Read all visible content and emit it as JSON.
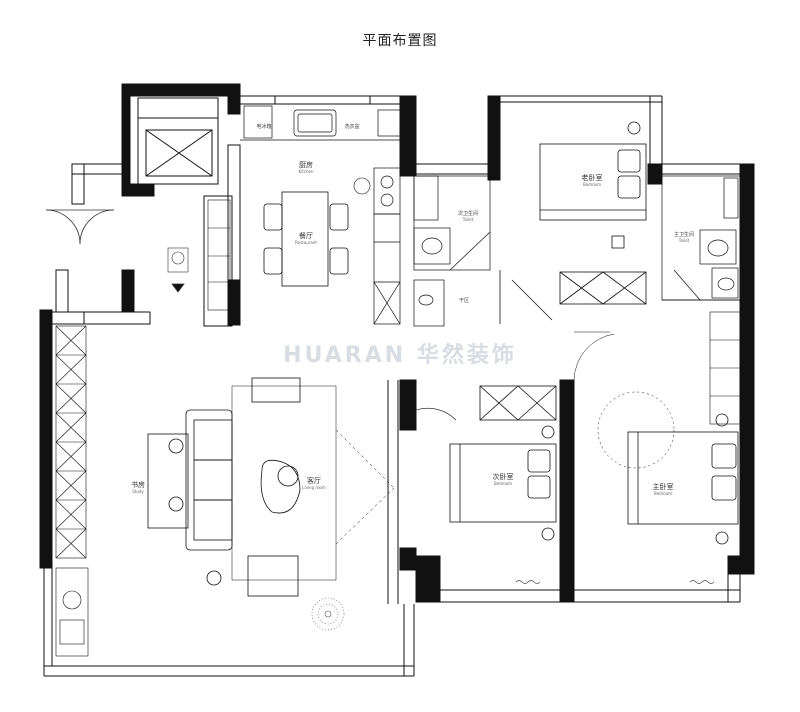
{
  "title": "平面布置图",
  "watermark": "HUARAN 华然装饰",
  "rooms": {
    "kitchen": {
      "zh": "厨房",
      "en": "Kitchen"
    },
    "dining": {
      "zh": "餐厅",
      "en": "Restaurant"
    },
    "living": {
      "zh": "客厅",
      "en": "Living room"
    },
    "study": {
      "zh": "书房",
      "en": "Study"
    },
    "bedroom3": {
      "zh": "老卧室",
      "en": "Bedroom"
    },
    "bedroom2": {
      "zh": "次卧室",
      "en": "Bedroom"
    },
    "master": {
      "zh": "主卧室",
      "en": "Bedroom"
    },
    "toilet_guest": {
      "zh": "次卫生间",
      "en": "Toilet"
    },
    "toilet_master": {
      "zh": "主卫生间",
      "en": "Toilet"
    },
    "dry_area": {
      "zh": "干区"
    }
  },
  "fixtures": {
    "fridge": "电冰箱",
    "sink": "洗衣盆"
  }
}
